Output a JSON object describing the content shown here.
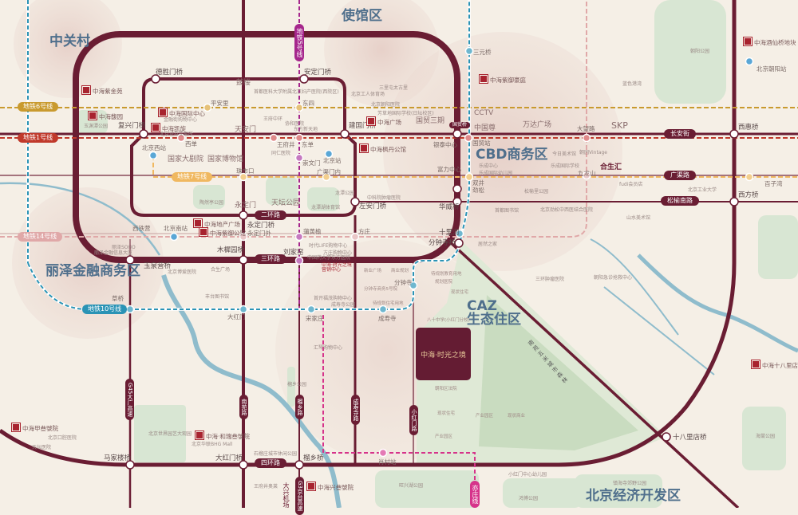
{
  "colors": {
    "ring": "#6a1d33",
    "line1": "#c0392b",
    "line6": "#c99a2e",
    "line7": "#f0b860",
    "line14": "#e0a8a8",
    "line10": "#2a93b5",
    "line5": "#a5268c",
    "yizhuang": "#d6338a",
    "district": "#4f6f8c"
  },
  "districts": [
    "中关村",
    "使馆区",
    "CBD商务区",
    "丽泽金融商务区",
    "CAZ",
    "生态住区",
    "北京经济开发区"
  ],
  "roads": [
    "二环路",
    "三环路",
    "四环路",
    "长安街",
    "广渠路",
    "松榆南路",
    "G45大广高速",
    "南苑路",
    "榴乡路",
    "成寿寺路",
    "小红门路",
    "G3京台高速",
    "大兴机场"
  ],
  "subways": [
    "地铁6号线",
    "地铁1号线",
    "地铁7号线",
    "地铁14号线",
    "地铁10号线",
    "地铁5号线",
    "亦庄线"
  ],
  "bridges": [
    "德胜门桥",
    "安定门桥",
    "复兴门桥",
    "建国门桥",
    "左安门桥",
    "永定门桥",
    "木樨园桥",
    "玉泉营桥",
    "马家楼桥",
    "大红门桥",
    "榴乡桥",
    "十八里店桥",
    "西惠桥",
    "西方桥",
    "分钟寺桥",
    "华威桥",
    "十里河",
    "刘家窑"
  ],
  "stations": [
    "平安里",
    "东四",
    "西单",
    "王府井",
    "东单",
    "崇文门",
    "北京站",
    "广渠门内",
    "珠市口",
    "北京西站",
    "北京南站",
    "西铁营",
    "永定门外",
    "蒲黄榆",
    "方庄",
    "草桥",
    "大红门",
    "宋家庄",
    "成寿寺",
    "分钟寺",
    "肖村站",
    "三元桥",
    "国贸站",
    "大望路",
    "双井",
    "劲松",
    "九龙山",
    "百子湾",
    "北京朝阳站",
    "银泰中心",
    "富力中心"
  ],
  "landmarks": [
    "鼓楼",
    "天安门",
    "永定门",
    "天坛公园",
    "国家大剧院",
    "国家博物馆",
    "CCTV",
    "中国尊",
    "国贸三期",
    "万达广场",
    "SKP",
    "合生汇",
    "国贸桥"
  ],
  "hero": {
    "name": "中海·时光之境",
    "sales_center": "中海·时光之境营销中心"
  },
  "projects": [
    "中海紫金苑",
    "中海馥园",
    "中海国际中心",
    "中海凯旋",
    "中海广场",
    "中海枫丹公馆",
    "中海紫御豪庭",
    "中海酒仙桥地块",
    "中海地产广场",
    "中海紫御公馆",
    "中海甲叁號院",
    "中海·和瑞叁號院",
    "中海兴叁號院",
    "中海十八里店地块"
  ],
  "pois": [
    "金融街购物中心",
    "北京证券交易所",
    "首都医科大学附属北京妇产医院(西院区)",
    "王府中环",
    "协和医院",
    "东方新天地",
    "同仁医院",
    "北京工人体育场",
    "三里屯太古里",
    "北京朝阳医院",
    "芳草地国际学校(日坛校区)",
    "中科院肿瘤医院",
    "龙潭公园",
    "龙潭湖体育馆",
    "陶然亭公园",
    "玉渊潭公园",
    "丽泽SOHO",
    "丽泽金融信息大厦",
    "北京博爱医院",
    "合生广场",
    "丰台图书馆",
    "首开福茂购物中心",
    "成寿寺公园",
    "汇琴购物中心",
    "时代LIFE购物中心",
    "方庄购物中心",
    "中国药大学东方医院",
    "北京口腔医院",
    "天坛医院",
    "北京世界园艺大观园",
    "北京华联BHG Mall",
    "石榴庄城市休闲公园",
    "王府井奥莱",
    "旺兴湖公园",
    "鸿博公园",
    "小红门中心幼儿园",
    "镇海寺郊野公园",
    "海棠公园",
    "三环肿瘤医院",
    "朝阳急诊抢救中心",
    "朝阳公园",
    "蓝色港湾",
    "今日美术馆",
    "朝园Vintage",
    "乐成中心",
    "乐成国际幼儿园",
    "乐成国际学校",
    "松榆里公园",
    "首都图书馆",
    "北京劲松中西医结合医院",
    "山水美术馆",
    "fudi会员店",
    "北京工业大学",
    "居然之家",
    "榴乡公园"
  ],
  "blocks": [
    "新业广场",
    "商业规划",
    "分钟寺商务5号院",
    "待规划住宅用地",
    "待规划教育用地",
    "规划医院",
    "现状住宅",
    "八十中学(小红门分校)",
    "朝阳区法院",
    "产业园区",
    "现状商业"
  ],
  "greenbelt": "南苑五米城市森林"
}
